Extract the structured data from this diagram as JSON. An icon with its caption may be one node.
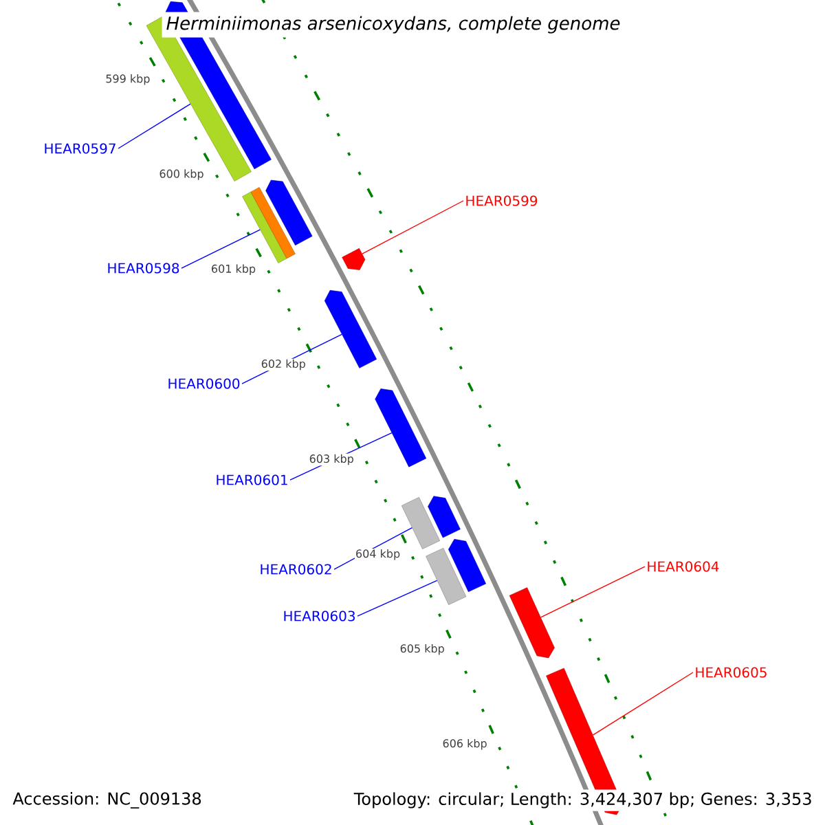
{
  "diagram": {
    "title": "Herminiimonas arsenicoxydans, complete genome",
    "nodes": [
      {
        "text": [
          "HEAR0597"
        ]
      },
      {
        "text": [
          "HEAR0598"
        ]
      },
      {
        "text": [
          "HEAR0599"
        ]
      },
      {
        "text": [
          "HEAR0600"
        ]
      },
      {
        "text": [
          "HEAR0601"
        ]
      },
      {
        "text": [
          "HEAR0602"
        ]
      },
      {
        "text": [
          "HEAR0603"
        ]
      },
      {
        "text": [
          "HEAR0604"
        ]
      },
      {
        "text": [
          "HEAR0605"
        ]
      },
      {
        "text": [],
        "shape": "bar"
      },
      {
        "text": [],
        "shape": "bar"
      },
      {
        "text": [],
        "shape": "bar"
      },
      {
        "text": [],
        "shape": "bar"
      },
      {
        "text": [],
        "shape": "bar"
      },
      {
        "text": [],
        "shape": "bar"
      },
      {
        "text": [],
        "shape": "bar"
      },
      {
        "text": [],
        "shape": "bar"
      },
      {
        "text": [],
        "shape": "bar"
      },
      {
        "text": [],
        "shape": "bar"
      },
      {
        "text": [],
        "shape": "bar"
      },
      {
        "text": [],
        "shape": "bar"
      },
      {
        "text": [],
        "shape": "bar"
      },
      {
        "text": [],
        "shape": "bar"
      }
    ],
    "edges": [
      {
        "from": 0,
        "to": 11,
        "arrow": "none"
      },
      {
        "from": 1,
        "to": 12,
        "arrow": "none"
      },
      {
        "from": 2,
        "to": 14,
        "arrow": "none",
        "color": "#ff0000"
      },
      {
        "from": 3,
        "to": 15,
        "arrow": "none"
      },
      {
        "from": 4,
        "to": 16,
        "arrow": "none"
      },
      {
        "from": 5,
        "to": 17,
        "arrow": "none"
      },
      {
        "from": 6,
        "to": 19,
        "arrow": "none"
      },
      {
        "from": 7,
        "to": 21,
        "arrow": "none",
        "color": "#ff0000"
      },
      {
        "from": 8,
        "to": 22,
        "arrow": "none",
        "color": "#ff0000"
      }
    ],
    "labels": [
      "599 kbp",
      "600 kbp",
      "601 kbp",
      "602 kbp",
      "603 kbp",
      "604 kbp",
      "605 kbp",
      "606 kbp",
      "Accession: NC_009138",
      "Topology: circular; Length: 3,424,307 bp; Genes: 3,353"
    ]
  }
}
